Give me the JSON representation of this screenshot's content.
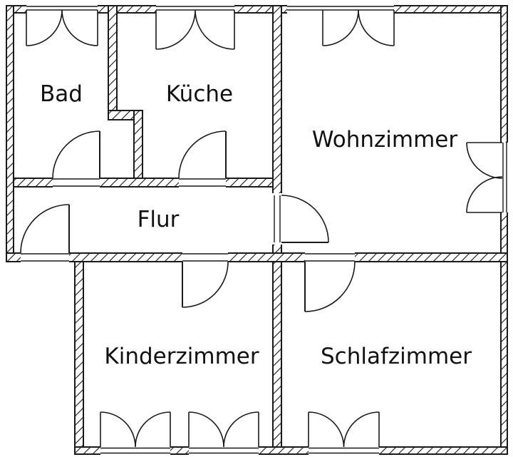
{
  "plan": {
    "rooms": [
      {
        "id": "bad",
        "name": "Bad"
      },
      {
        "id": "kueche",
        "name": "Küche"
      },
      {
        "id": "wohnzimmer",
        "name": "Wohnzimmer"
      },
      {
        "id": "flur",
        "name": "Flur"
      },
      {
        "id": "kinderzimmer",
        "name": "Kinderzimmer"
      },
      {
        "id": "schlafzimmer",
        "name": "Schlafzimmer"
      }
    ],
    "colors": {
      "background": "#ffffff",
      "wall_line": "#1a1a1a",
      "hatch_line": "#2b2b2b",
      "text": "#111111"
    }
  }
}
